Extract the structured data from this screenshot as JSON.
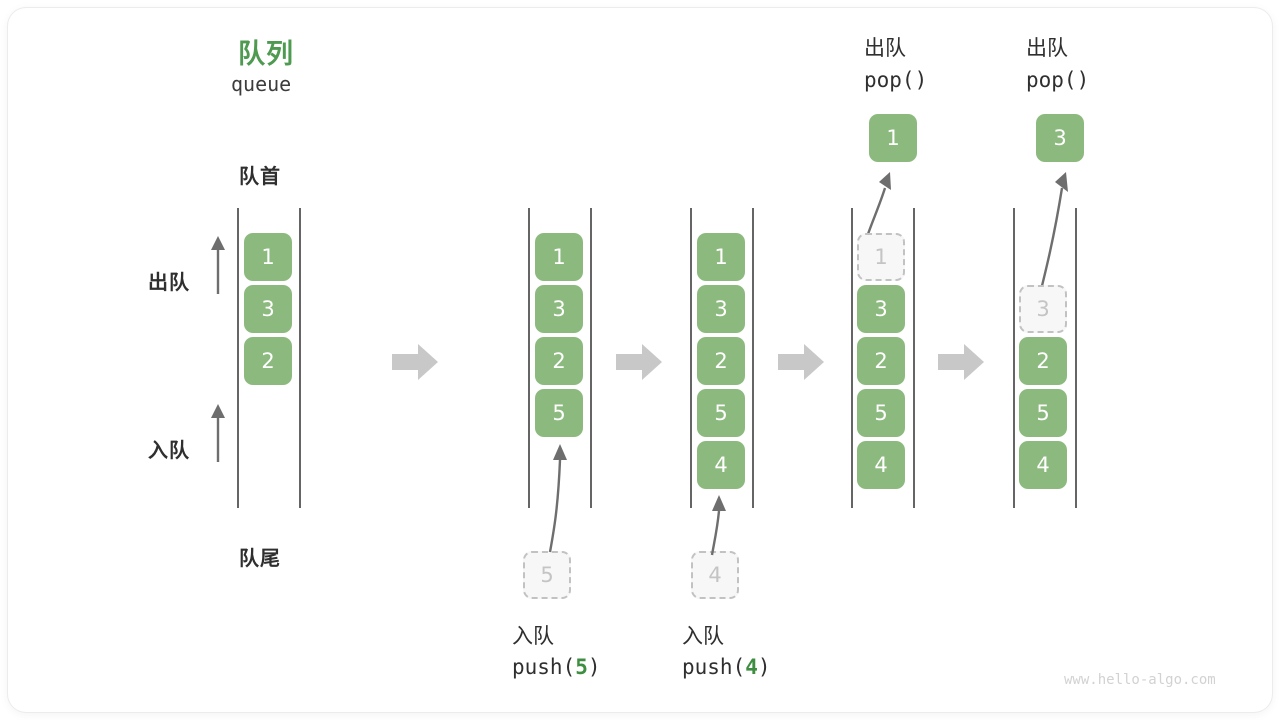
{
  "diagram": {
    "title_cn": "队列",
    "title_en": "queue",
    "front_label": "队首",
    "rear_label": "队尾",
    "dequeue_label": "出队",
    "enqueue_label": "入队",
    "watermark": "www.hello-algo.com",
    "accent_green": "#4e9a51",
    "cell_green": "#8cba7e",
    "ghost_grey": "#c2c2c2",
    "arrow_grey": "#c8c8c8"
  },
  "steps": [
    {
      "id": "initial",
      "cells": [
        "1",
        "3",
        "2"
      ],
      "ghost_in_queue": null,
      "incoming": null,
      "popped": null,
      "caption_cn": null,
      "caption_code": null
    },
    {
      "id": "push-5",
      "cells": [
        "1",
        "3",
        "2",
        "5"
      ],
      "ghost_in_queue": null,
      "incoming": "5",
      "popped": null,
      "caption_cn": "入队",
      "caption_code_pre": "push(",
      "caption_code_num": "5",
      "caption_code_post": ")"
    },
    {
      "id": "push-4",
      "cells": [
        "1",
        "3",
        "2",
        "5",
        "4"
      ],
      "ghost_in_queue": null,
      "incoming": "4",
      "popped": null,
      "caption_cn": "入队",
      "caption_code_pre": "push(",
      "caption_code_num": "4",
      "caption_code_post": ")"
    },
    {
      "id": "pop-1",
      "cells": [
        "3",
        "2",
        "5",
        "4"
      ],
      "ghost_in_queue": "1",
      "incoming": null,
      "popped": "1",
      "caption_cn": "出队",
      "caption_code_pre": "pop(",
      "caption_code_num": "",
      "caption_code_post": ")"
    },
    {
      "id": "pop-3",
      "cells": [
        "2",
        "5",
        "4"
      ],
      "ghost_in_queue": "3",
      "incoming": null,
      "popped": "3",
      "caption_cn": "出队",
      "caption_code_pre": "pop(",
      "caption_code_num": "",
      "caption_code_post": ")"
    }
  ],
  "cells": {
    "c0_1": "1",
    "c0_3": "3",
    "c0_2": "2",
    "c1_1": "1",
    "c1_3": "3",
    "c1_2": "2",
    "c1_5": "5",
    "c1_in": "5",
    "c2_1": "1",
    "c2_3": "3",
    "c2_2": "2",
    "c2_5": "5",
    "c2_4": "4",
    "c2_in": "4",
    "c3_ghost": "1",
    "c3_3": "3",
    "c3_2": "2",
    "c3_5": "5",
    "c3_4": "4",
    "c3_pop": "1",
    "c4_ghost": "3",
    "c4_2": "2",
    "c4_5": "5",
    "c4_4": "4",
    "c4_pop": "3"
  },
  "captions": {
    "push5_cn": "入队",
    "push5_pre": "push(",
    "push5_num": "5",
    "push5_post": ")",
    "push4_cn": "入队",
    "push4_pre": "push(",
    "push4_num": "4",
    "push4_post": ")",
    "pop1_cn": "出队",
    "pop1_pre": "pop(",
    "pop1_post": ")",
    "pop2_cn": "出队",
    "pop2_pre": "pop(",
    "pop2_post": ")"
  }
}
